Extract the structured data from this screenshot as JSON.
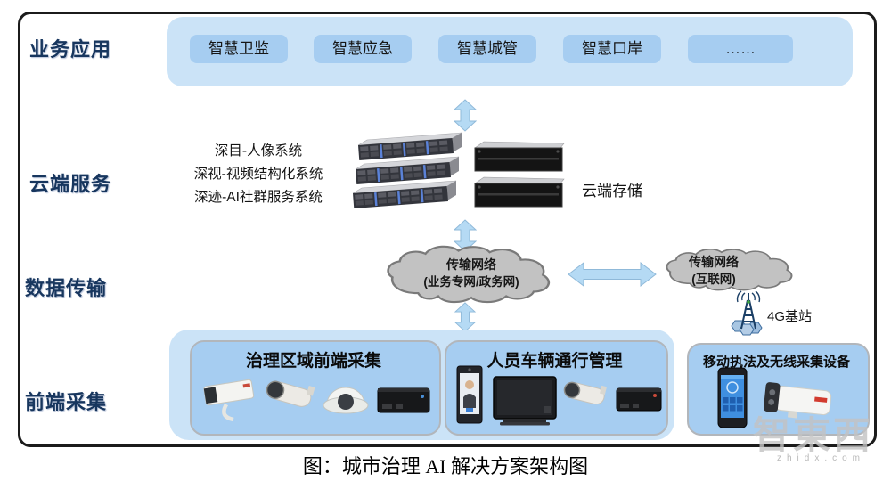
{
  "diagram": {
    "caption": "图：城市治理 AI 解决方案架构图"
  },
  "layers": {
    "business_label": "业务应用",
    "cloud_label": "云端服务",
    "transmission_label": "数据传输",
    "frontend_label": "前端采集"
  },
  "business_apps": {
    "buttons": [
      "智慧卫监",
      "智慧应急",
      "智慧城管",
      "智慧口岸",
      "……"
    ]
  },
  "cloud_services": {
    "systems": [
      "深目-人像系统",
      "深视-视频结构化系统",
      "深迹-AI社群服务系统"
    ],
    "storage_label": "云端存储",
    "servers_icon": "rack-server-stack",
    "storage_icon": "storage-array"
  },
  "data_transmission": {
    "private_network": {
      "title": "传输网络",
      "subtitle": "(业务专网/政务网)"
    },
    "internet_network": {
      "title": "传输网络",
      "subtitle": "(互联网)"
    },
    "base_station_label": "4G基站"
  },
  "frontend_collection": {
    "area_box_title": "治理区域前端采集",
    "traffic_box_title": "人员车辆通行管理",
    "mobile_box_title": "移动执法及无线采集设备"
  },
  "watermark": {
    "logo": "智東西",
    "domain": "zhidx.com"
  },
  "colors": {
    "container_blue": "#cbe3f7",
    "chip_blue": "#a6cdf1",
    "label_navy": "#17365e",
    "cloud_gray": "#c2c2c2",
    "arrow_blue": "#b5daf4",
    "frame_black": "#1b1b1b"
  }
}
